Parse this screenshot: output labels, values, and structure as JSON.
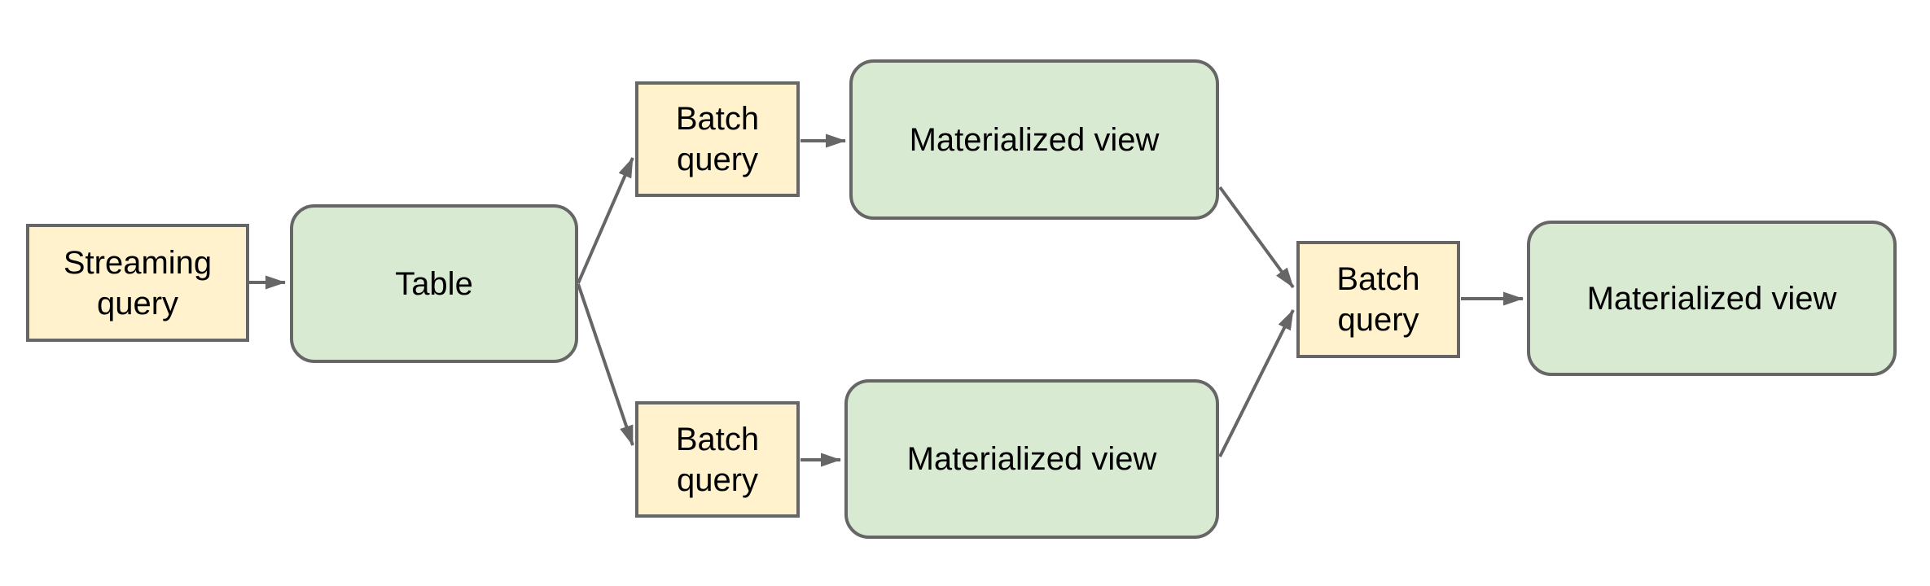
{
  "diagram": {
    "colors": {
      "query_node_fill": "#fff2cc",
      "view_node_fill": "#d9ead3",
      "node_border": "#666666",
      "arrow": "#666666",
      "text": "#000000",
      "background": "#ffffff"
    },
    "nodes": [
      {
        "id": "streaming-query",
        "label": "Streaming query",
        "fill": "yellow",
        "shape": "rectangle"
      },
      {
        "id": "table",
        "label": "Table",
        "fill": "green",
        "shape": "rounded"
      },
      {
        "id": "batch-query-top",
        "label": "Batch query",
        "fill": "yellow",
        "shape": "rectangle"
      },
      {
        "id": "materialized-view-top",
        "label": "Materialized view",
        "fill": "green",
        "shape": "rounded"
      },
      {
        "id": "batch-query-bottom",
        "label": "Batch query",
        "fill": "yellow",
        "shape": "rectangle"
      },
      {
        "id": "materialized-view-bottom",
        "label": "Materialized view",
        "fill": "green",
        "shape": "rounded"
      },
      {
        "id": "batch-query-merge",
        "label": "Batch query",
        "fill": "yellow",
        "shape": "rectangle"
      },
      {
        "id": "materialized-view-final",
        "label": "Materialized view",
        "fill": "green",
        "shape": "rounded"
      }
    ],
    "edges": [
      {
        "from": "streaming-query",
        "to": "table"
      },
      {
        "from": "table",
        "to": "batch-query-top"
      },
      {
        "from": "table",
        "to": "batch-query-bottom"
      },
      {
        "from": "batch-query-top",
        "to": "materialized-view-top"
      },
      {
        "from": "batch-query-bottom",
        "to": "materialized-view-bottom"
      },
      {
        "from": "materialized-view-top",
        "to": "batch-query-merge"
      },
      {
        "from": "materialized-view-bottom",
        "to": "batch-query-merge"
      },
      {
        "from": "batch-query-merge",
        "to": "materialized-view-final"
      }
    ]
  }
}
